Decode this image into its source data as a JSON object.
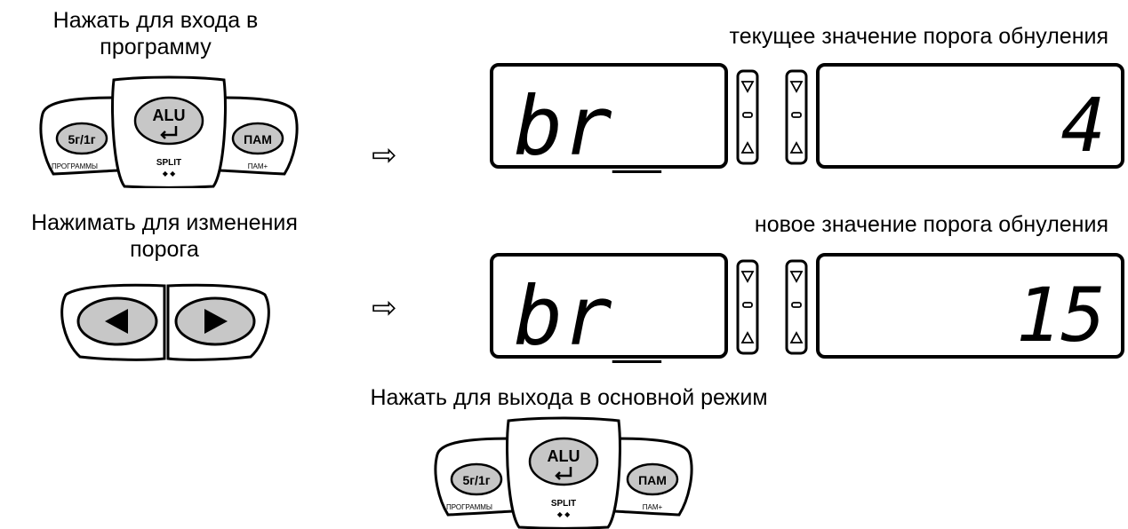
{
  "captions": {
    "enter_program_line1": "Нажать для входа в",
    "enter_program_line2": "программу",
    "current_value": "текущее значение порога обнуления",
    "change_threshold_line1": "Нажимать для изменения",
    "change_threshold_line2": "порога",
    "new_value": "новое значение порога обнуления",
    "exit": "Нажать для выхода в основной режим"
  },
  "keypad": {
    "left_key": "5г/1г",
    "left_sub": "ПРОГРАММЫ",
    "center_key": "ALU",
    "center_sub": "SPLIT",
    "right_key": "ПАМ",
    "right_sub": "ПАМ+"
  },
  "step_arrow": "⇨",
  "displays": [
    {
      "left_text": "br_",
      "right_value": "4"
    },
    {
      "left_text": "br_",
      "right_value": "15"
    }
  ]
}
